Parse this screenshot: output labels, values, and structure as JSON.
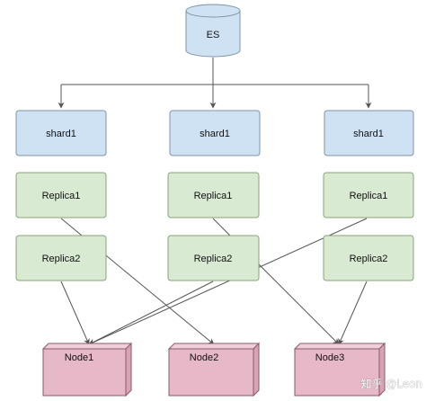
{
  "diagram": {
    "root": {
      "label": "ES"
    },
    "shards": [
      "shard1",
      "shard1",
      "shard1"
    ],
    "replicas_top": [
      "Replica1",
      "Replica1",
      "Replica1"
    ],
    "replicas_bottom": [
      "Replica2",
      "Replica2",
      "Replica2"
    ],
    "nodes": [
      "Node1",
      "Node2",
      "Node3"
    ]
  },
  "watermark": "知乎 @Leon",
  "colors": {
    "shard_fill": "#cfe2f3",
    "shard_stroke": "#7f93a8",
    "replica_fill": "#d9ead3",
    "replica_stroke": "#8aa37a",
    "node_fill": "#e6b8c8",
    "node_stroke": "#8a5a6a",
    "edge": "#555555"
  }
}
